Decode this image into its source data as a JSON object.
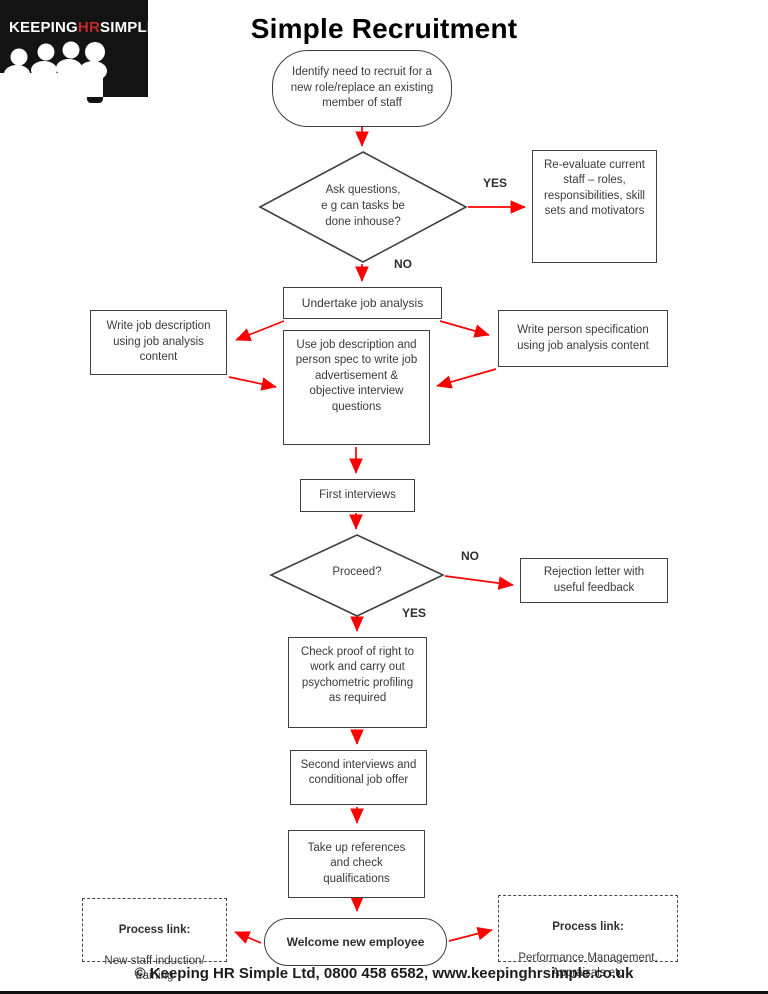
{
  "logo": {
    "keeping": "KEEPING",
    "hr": "HR",
    "simple": "SIMPLE"
  },
  "title": "Simple Recruitment",
  "nodes": {
    "start": "Identify need to recruit for a\nnew role/replace an existing\nmember of staff",
    "ask_questions": "Ask questions,\ne g can tasks be\ndone inhouse?",
    "re_evaluate": "Re-evaluate current\nstaff – roles,\nresponsibilities, skill\nsets and motivators",
    "undertake_job_analysis": "Undertake job analysis",
    "write_job_description": "Write job description\nusing job analysis\ncontent",
    "write_person_spec": "Write person specification\nusing job analysis content",
    "use_jd_and_spec": "Use job description and\nperson spec to write job\nadvertisement &\nobjective interview\nquestions",
    "first_interviews": "First interviews",
    "proceed": "Proceed?",
    "rejection_letter": "Rejection letter with\nuseful feedback",
    "check_proof": "Check proof of right to\nwork and carry out\npsychometric profiling\nas required",
    "second_interviews": "Second interviews and\nconditional job offer",
    "take_up_references": "Take up references\nand check\nqualifications",
    "welcome": "Welcome new employee",
    "process_link_induction": {
      "title": "Process link:",
      "body": "New staff induction/\ntraining"
    },
    "process_link_performance": {
      "title": "Process link:",
      "body": "Performance Management,\nAppraisals etc"
    }
  },
  "labels": {
    "yes_inhouse": "YES",
    "no_inhouse": "NO",
    "no_proceed": "NO",
    "yes_proceed": "YES"
  },
  "footer": "© Keeping HR Simple Ltd, 0800 458 6582, www.keepinghrsimple.co.uk",
  "colors": {
    "arrow": "#ff0000",
    "shape_border": "#3f3f3f",
    "text": "#3a3a3a",
    "logo_bg": "#131313",
    "logo_hr_red": "#c1272d"
  }
}
